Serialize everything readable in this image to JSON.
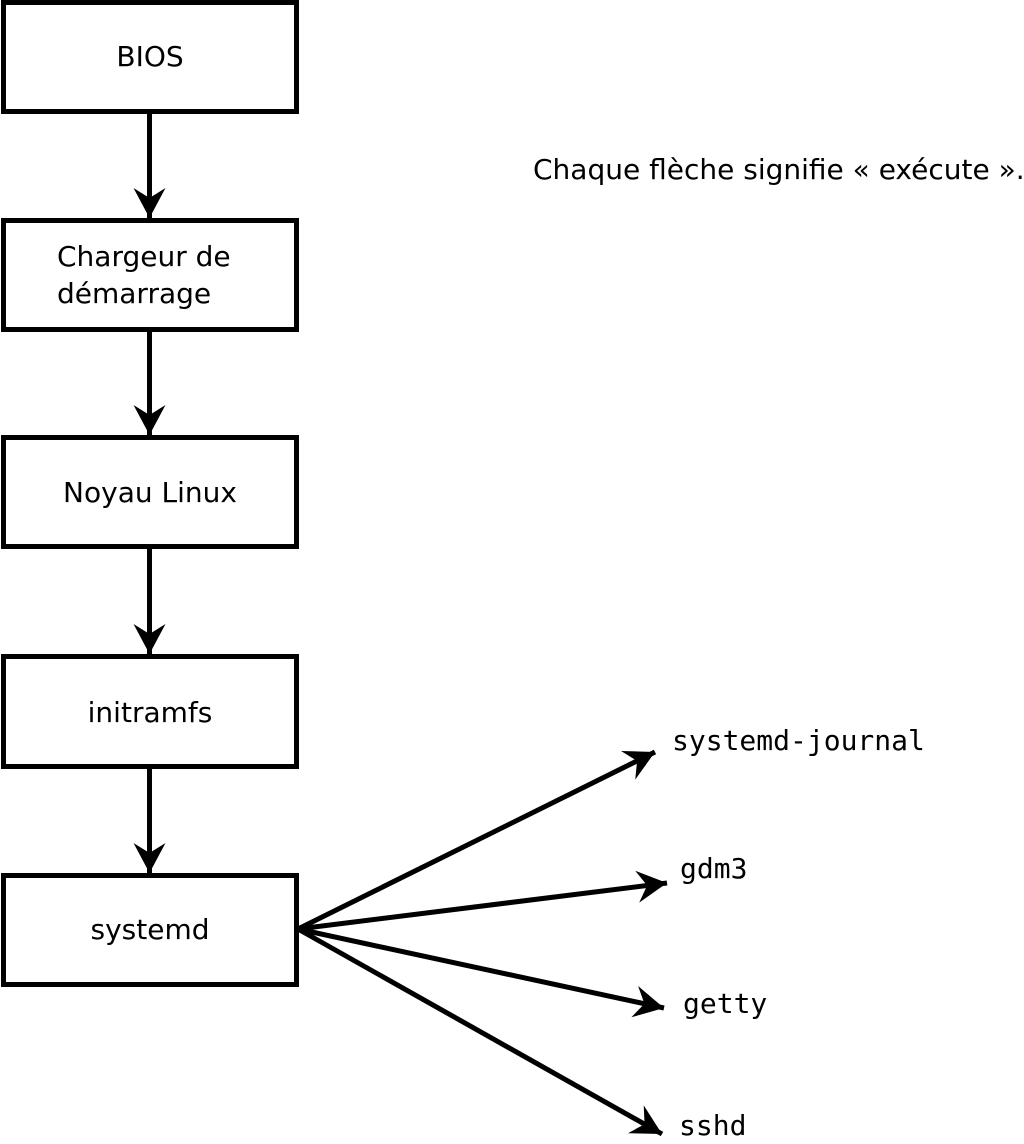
{
  "note": "Chaque flèche signifie « exécute ».",
  "colors": {
    "stroke": "#000000",
    "background": "#ffffff",
    "box_fill": "#ffffff"
  },
  "flow_boxes": [
    {
      "label": "BIOS"
    },
    {
      "label_lines": [
        "Chargeur de",
        "démarrage"
      ]
    },
    {
      "label": "Noyau Linux"
    },
    {
      "label": "initramfs"
    },
    {
      "label": "systemd"
    }
  ],
  "spawned_processes": [
    {
      "label": "systemd-journal"
    },
    {
      "label": "gdm3"
    },
    {
      "label": "getty"
    },
    {
      "label": "sshd"
    }
  ]
}
